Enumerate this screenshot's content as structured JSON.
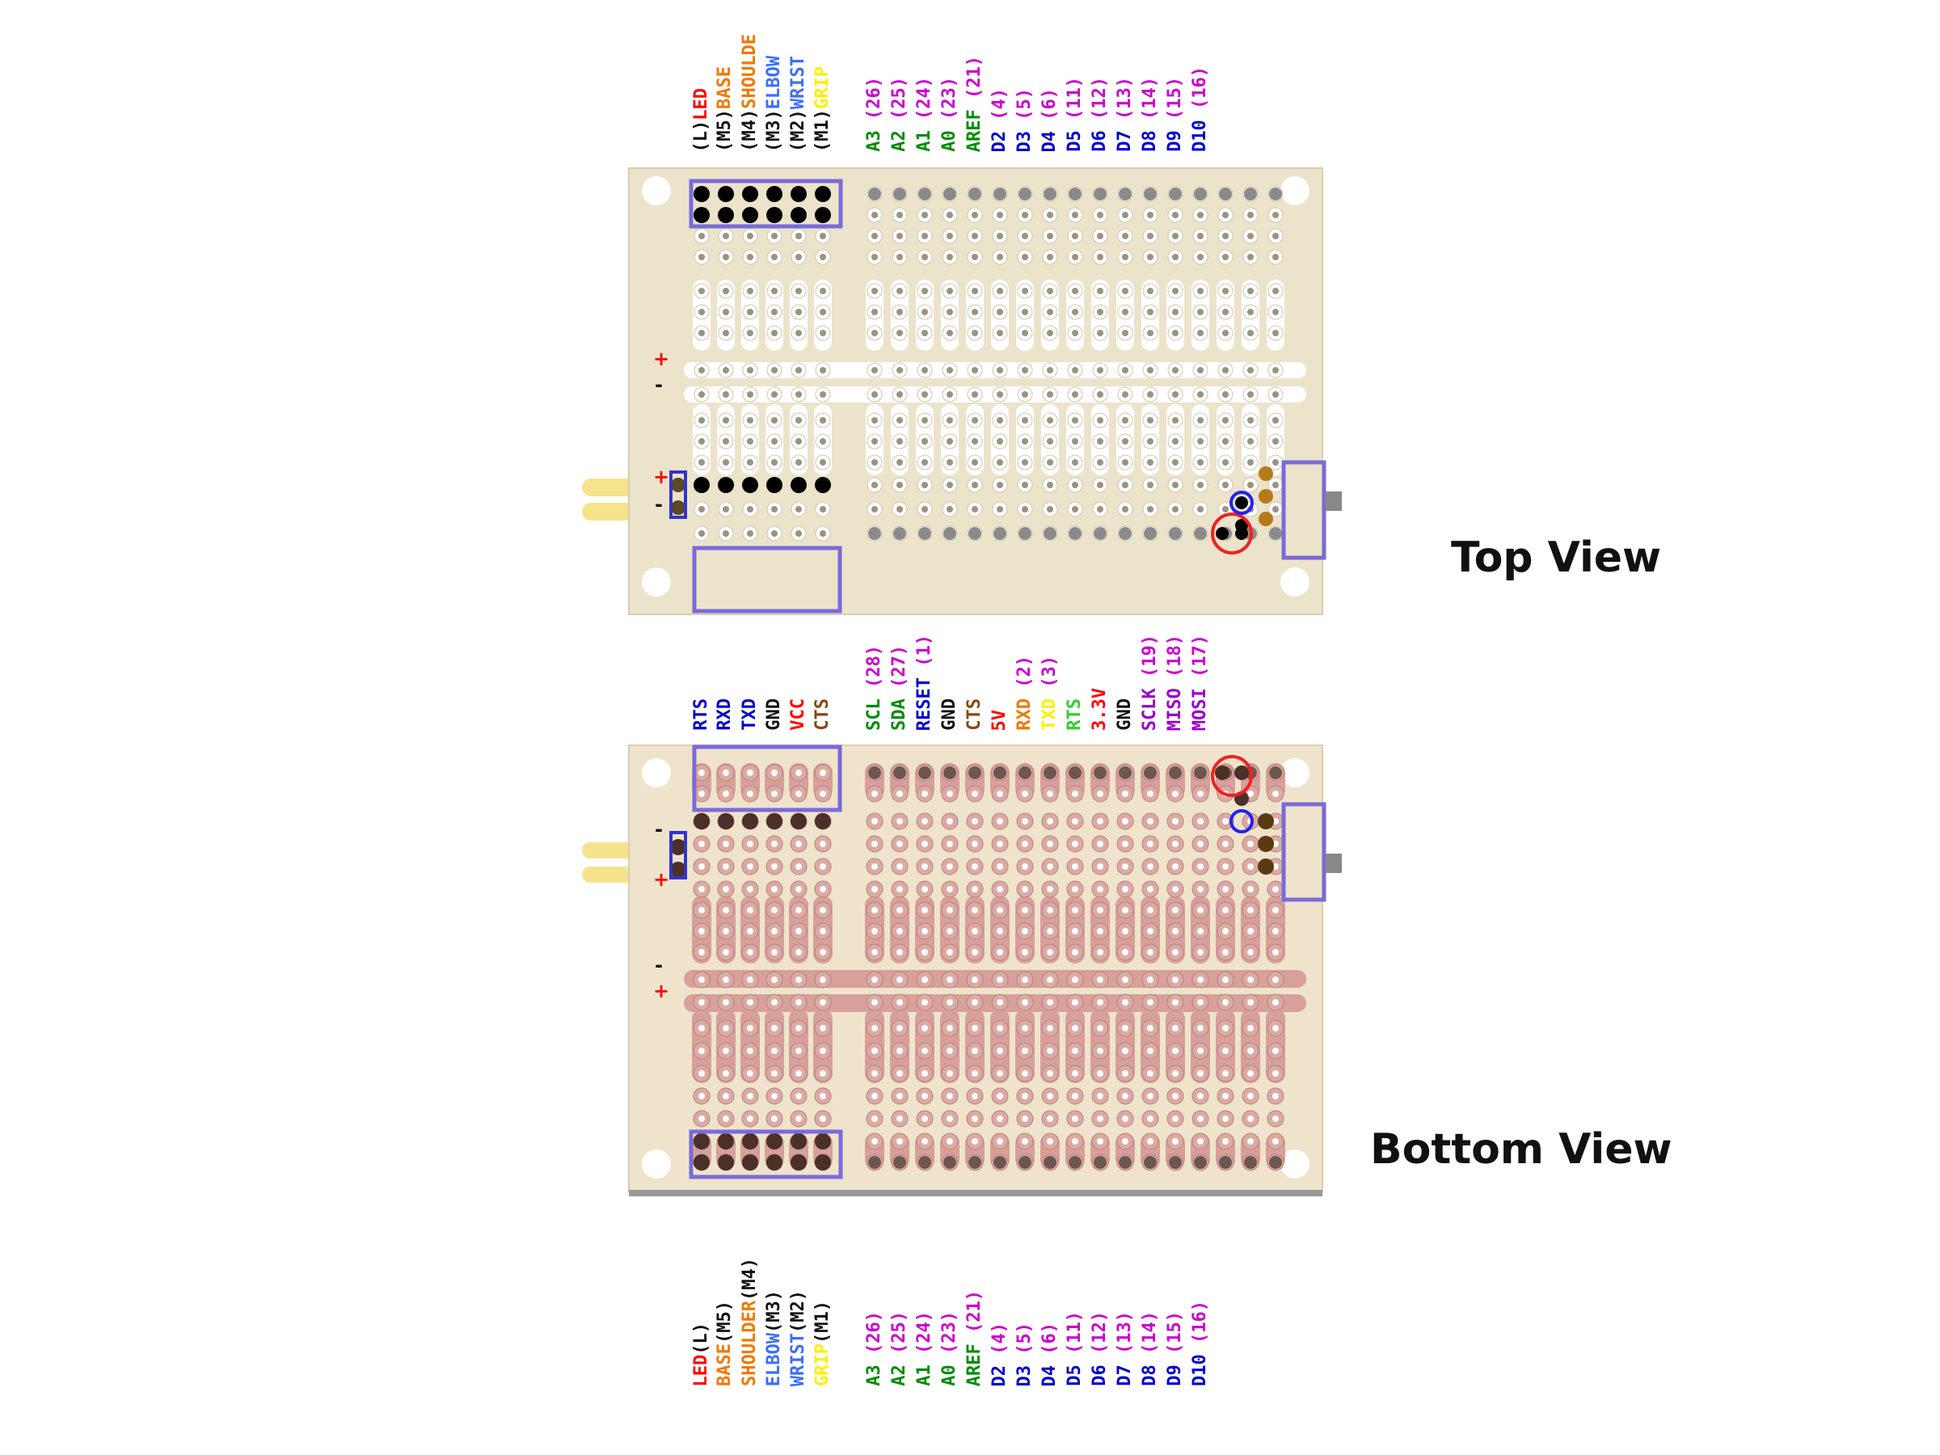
{
  "views": {
    "top_title": "Top View",
    "bottom_title": "Bottom View"
  },
  "colors": {
    "red": "#ff0000",
    "orange": "#f07800",
    "blue_light": "#3c6cff",
    "yellow": "#ffee00",
    "green": "#008c00",
    "bright_green": "#33cc33",
    "blue": "#0000cc",
    "magenta": "#cc00cc",
    "purple": "#9900cc",
    "brown": "#8b4513",
    "black": "#111111",
    "board_top": "#ece3cb",
    "board_bottom": "#efe3cc",
    "hole_top": "#ffffff",
    "pad_bottom": "#d7a09a",
    "highlight": "#7a6bd8"
  },
  "top_labels": [
    {
      "parts": [
        {
          "t": "(L)",
          "c": "black"
        },
        {
          "t": "LED",
          "c": "red"
        }
      ]
    },
    {
      "parts": [
        {
          "t": "(M5)",
          "c": "black"
        },
        {
          "t": "BASE",
          "c": "orange"
        }
      ]
    },
    {
      "parts": [
        {
          "t": "(M4)",
          "c": "black"
        },
        {
          "t": "SHOULDE",
          "c": "orange"
        }
      ]
    },
    {
      "parts": [
        {
          "t": "(M3)",
          "c": "black"
        },
        {
          "t": "ELBOW",
          "c": "blue_light"
        }
      ]
    },
    {
      "parts": [
        {
          "t": "(M2)",
          "c": "black"
        },
        {
          "t": "WRIST",
          "c": "blue_light"
        }
      ]
    },
    {
      "parts": [
        {
          "t": "(M1)",
          "c": "black"
        },
        {
          "t": "GRIP",
          "c": "yellow"
        }
      ]
    },
    {
      "parts": [
        {
          "t": "A3 ",
          "c": "green"
        },
        {
          "t": "(26)",
          "c": "magenta"
        }
      ]
    },
    {
      "parts": [
        {
          "t": "A2 ",
          "c": "green"
        },
        {
          "t": "(25)",
          "c": "magenta"
        }
      ]
    },
    {
      "parts": [
        {
          "t": "A1 ",
          "c": "green"
        },
        {
          "t": "(24)",
          "c": "magenta"
        }
      ]
    },
    {
      "parts": [
        {
          "t": "A0 ",
          "c": "green"
        },
        {
          "t": "(23)",
          "c": "magenta"
        }
      ]
    },
    {
      "parts": [
        {
          "t": "AREF ",
          "c": "green"
        },
        {
          "t": "(21)",
          "c": "magenta"
        }
      ]
    },
    {
      "parts": [
        {
          "t": "D2 ",
          "c": "blue"
        },
        {
          "t": "(4)",
          "c": "magenta"
        }
      ]
    },
    {
      "parts": [
        {
          "t": "D3 ",
          "c": "blue"
        },
        {
          "t": "(5)",
          "c": "magenta"
        }
      ]
    },
    {
      "parts": [
        {
          "t": "D4 ",
          "c": "blue"
        },
        {
          "t": "(6)",
          "c": "magenta"
        }
      ]
    },
    {
      "parts": [
        {
          "t": "D5 ",
          "c": "blue"
        },
        {
          "t": "(11)",
          "c": "magenta"
        }
      ]
    },
    {
      "parts": [
        {
          "t": "D6 ",
          "c": "blue"
        },
        {
          "t": "(12)",
          "c": "magenta"
        }
      ]
    },
    {
      "parts": [
        {
          "t": "D7 ",
          "c": "blue"
        },
        {
          "t": "(13)",
          "c": "magenta"
        }
      ]
    },
    {
      "parts": [
        {
          "t": "D8 ",
          "c": "blue"
        },
        {
          "t": "(14)",
          "c": "magenta"
        }
      ]
    },
    {
      "parts": [
        {
          "t": "D9 ",
          "c": "blue"
        },
        {
          "t": "(15)",
          "c": "magenta"
        }
      ]
    },
    {
      "parts": [
        {
          "t": "D10 ",
          "c": "blue"
        },
        {
          "t": "(16)",
          "c": "magenta"
        }
      ]
    }
  ],
  "middle_labels": [
    {
      "parts": [
        {
          "t": "RTS",
          "c": "blue"
        }
      ]
    },
    {
      "parts": [
        {
          "t": "RXD",
          "c": "blue"
        }
      ]
    },
    {
      "parts": [
        {
          "t": "TXD",
          "c": "blue"
        }
      ]
    },
    {
      "parts": [
        {
          "t": "GND",
          "c": "black"
        }
      ]
    },
    {
      "parts": [
        {
          "t": "VCC",
          "c": "red"
        }
      ]
    },
    {
      "parts": [
        {
          "t": "CTS",
          "c": "brown"
        }
      ]
    },
    {
      "parts": [
        {
          "t": "SCL ",
          "c": "green"
        },
        {
          "t": "(28)",
          "c": "magenta"
        }
      ]
    },
    {
      "parts": [
        {
          "t": "SDA ",
          "c": "green"
        },
        {
          "t": "(27)",
          "c": "magenta"
        }
      ]
    },
    {
      "parts": [
        {
          "t": "RESET ",
          "c": "blue"
        },
        {
          "t": "(1)",
          "c": "magenta"
        }
      ]
    },
    {
      "parts": [
        {
          "t": "GND",
          "c": "black"
        }
      ]
    },
    {
      "parts": [
        {
          "t": "CTS",
          "c": "brown"
        }
      ]
    },
    {
      "parts": [
        {
          "t": "5V",
          "c": "red"
        }
      ]
    },
    {
      "parts": [
        {
          "t": "RXD ",
          "c": "orange"
        },
        {
          "t": "(2)",
          "c": "magenta"
        }
      ]
    },
    {
      "parts": [
        {
          "t": "TXD ",
          "c": "yellow"
        },
        {
          "t": "(3)",
          "c": "magenta"
        }
      ]
    },
    {
      "parts": [
        {
          "t": "RTS",
          "c": "bright_green"
        }
      ]
    },
    {
      "parts": [
        {
          "t": "3.3V",
          "c": "red"
        }
      ]
    },
    {
      "parts": [
        {
          "t": "GND",
          "c": "black"
        }
      ]
    },
    {
      "parts": [
        {
          "t": "SCLK ",
          "c": "purple"
        },
        {
          "t": "(19)",
          "c": "magenta"
        }
      ]
    },
    {
      "parts": [
        {
          "t": "MISO ",
          "c": "purple"
        },
        {
          "t": "(18)",
          "c": "magenta"
        }
      ]
    },
    {
      "parts": [
        {
          "t": "MOSI ",
          "c": "purple"
        },
        {
          "t": "(17)",
          "c": "magenta"
        }
      ]
    }
  ],
  "bottom_labels": [
    {
      "parts": [
        {
          "t": "LED",
          "c": "red"
        },
        {
          "t": "(L)",
          "c": "black"
        }
      ]
    },
    {
      "parts": [
        {
          "t": "BASE",
          "c": "orange"
        },
        {
          "t": "(M5)",
          "c": "black"
        }
      ]
    },
    {
      "parts": [
        {
          "t": "SHOULDER",
          "c": "orange"
        },
        {
          "t": "(M4)",
          "c": "black"
        }
      ]
    },
    {
      "parts": [
        {
          "t": "ELBOW",
          "c": "blue_light"
        },
        {
          "t": "(M3)",
          "c": "black"
        }
      ]
    },
    {
      "parts": [
        {
          "t": "WRIST",
          "c": "blue_light"
        },
        {
          "t": "(M2)",
          "c": "black"
        }
      ]
    },
    {
      "parts": [
        {
          "t": "GRIP",
          "c": "yellow"
        },
        {
          "t": "(M1)",
          "c": "black"
        }
      ]
    },
    {
      "parts": [
        {
          "t": "A3 ",
          "c": "green"
        },
        {
          "t": "(26)",
          "c": "magenta"
        }
      ]
    },
    {
      "parts": [
        {
          "t": "A2 ",
          "c": "green"
        },
        {
          "t": "(25)",
          "c": "magenta"
        }
      ]
    },
    {
      "parts": [
        {
          "t": "A1 ",
          "c": "green"
        },
        {
          "t": "(24)",
          "c": "magenta"
        }
      ]
    },
    {
      "parts": [
        {
          "t": "A0 ",
          "c": "green"
        },
        {
          "t": "(23)",
          "c": "magenta"
        }
      ]
    },
    {
      "parts": [
        {
          "t": "AREF ",
          "c": "green"
        },
        {
          "t": "(21)",
          "c": "magenta"
        }
      ]
    },
    {
      "parts": [
        {
          "t": "D2 ",
          "c": "blue"
        },
        {
          "t": "(4)",
          "c": "magenta"
        }
      ]
    },
    {
      "parts": [
        {
          "t": "D3 ",
          "c": "blue"
        },
        {
          "t": "(5)",
          "c": "magenta"
        }
      ]
    },
    {
      "parts": [
        {
          "t": "D4 ",
          "c": "blue"
        },
        {
          "t": "(6)",
          "c": "magenta"
        }
      ]
    },
    {
      "parts": [
        {
          "t": "D5 ",
          "c": "blue"
        },
        {
          "t": "(11)",
          "c": "magenta"
        }
      ]
    },
    {
      "parts": [
        {
          "t": "D6 ",
          "c": "blue"
        },
        {
          "t": "(12)",
          "c": "magenta"
        }
      ]
    },
    {
      "parts": [
        {
          "t": "D7 ",
          "c": "blue"
        },
        {
          "t": "(13)",
          "c": "magenta"
        }
      ]
    },
    {
      "parts": [
        {
          "t": "D8 ",
          "c": "blue"
        },
        {
          "t": "(14)",
          "c": "magenta"
        }
      ]
    },
    {
      "parts": [
        {
          "t": "D9 ",
          "c": "blue"
        },
        {
          "t": "(15)",
          "c": "magenta"
        }
      ]
    },
    {
      "parts": [
        {
          "t": "D10 ",
          "c": "blue"
        },
        {
          "t": "(16)",
          "c": "magenta"
        }
      ]
    }
  ],
  "rail_signs": {
    "top_board": [
      {
        "id": "top-plus-1",
        "text": "+",
        "c": "red"
      },
      {
        "id": "top-minus-1",
        "text": "-",
        "c": "black"
      },
      {
        "id": "top-plus-2",
        "text": "+",
        "c": "red"
      },
      {
        "id": "top-minus-2",
        "text": "-",
        "c": "black"
      }
    ],
    "bottom_board": [
      {
        "id": "bot-minus-1",
        "text": "-",
        "c": "black"
      },
      {
        "id": "bot-plus-1",
        "text": "+",
        "c": "red"
      },
      {
        "id": "bot-minus-2",
        "text": "-",
        "c": "black"
      },
      {
        "id": "bot-plus-2",
        "text": "+",
        "c": "red"
      }
    ]
  }
}
